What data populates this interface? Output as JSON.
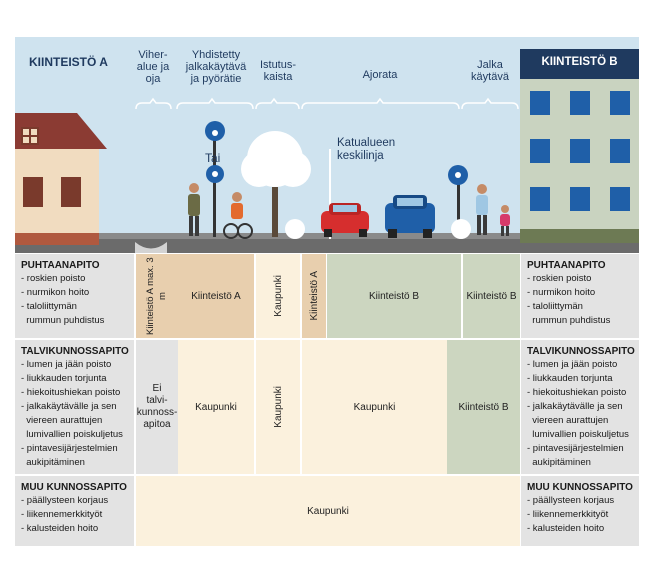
{
  "header": {
    "left_title": "KIINTEISTÖ A",
    "right_title": "KIINTEISTÖ B",
    "columns": [
      {
        "label_lines": [
          "Viher-",
          "alue ja",
          "oja"
        ]
      },
      {
        "label_lines": [
          "Yhdistetty",
          "jalkakäytävä",
          "ja pyörätie"
        ]
      },
      {
        "label_lines": [
          "Istutus-",
          "kaista"
        ]
      },
      {
        "label_lines": [
          "Ajorata"
        ]
      },
      {
        "label_lines": [
          "Jalka",
          "käytävä"
        ]
      }
    ],
    "tai": "Tai",
    "centerline": [
      "Katualueen",
      "keskilinja"
    ]
  },
  "sections": {
    "puhtaanapito": {
      "title": "PUHTAANAPITO",
      "items": [
        "- roskien poisto",
        "- nurmikon hoito",
        "- taloliittymän",
        "  rummun puhdistus"
      ]
    },
    "talvi": {
      "title": "TALVIKUNNOSSAPITO",
      "items": [
        "- lumen ja jään poisto",
        "- liukkauden torjunta",
        "- hiekoitushiekan poisto",
        "- jalkakäytävälle ja sen",
        "  viereen aurattujen",
        "  lumivallien poiskuljetus",
        "- pintavesijärjestelmien",
        "  aukipitäminen"
      ]
    },
    "muu": {
      "title": "MUU KUNNOSSAPITO",
      "items": [
        "- päällysteen korjaus",
        "- liikennemerkkityöt",
        "- kalusteiden hoito"
      ]
    }
  },
  "grid": {
    "row1": {
      "c1": "Kiinteistö A max. 3 m",
      "c2": "Kiinteistö A",
      "c3": "Kaupunki",
      "c4": "Kiinteistö A",
      "c5": "Kiinteistö B",
      "c6": "Kiinteistö B"
    },
    "row2": {
      "c1": [
        "Ei",
        "talvi-",
        "kunnoss-",
        "apitoa"
      ],
      "c2": "Kaupunki",
      "c3": "Kaupunki",
      "c4": "Kaupunki",
      "c5": "Kiinteistö B"
    },
    "row3": {
      "c1": "Kaupunki"
    }
  },
  "colors": {
    "sky": "#cfe3ef",
    "tan": "#e8cfae",
    "green": "#ccd6c0",
    "cream": "#fbf1dd",
    "grey": "#e3e3e3",
    "navy": "#1f3a5f"
  }
}
